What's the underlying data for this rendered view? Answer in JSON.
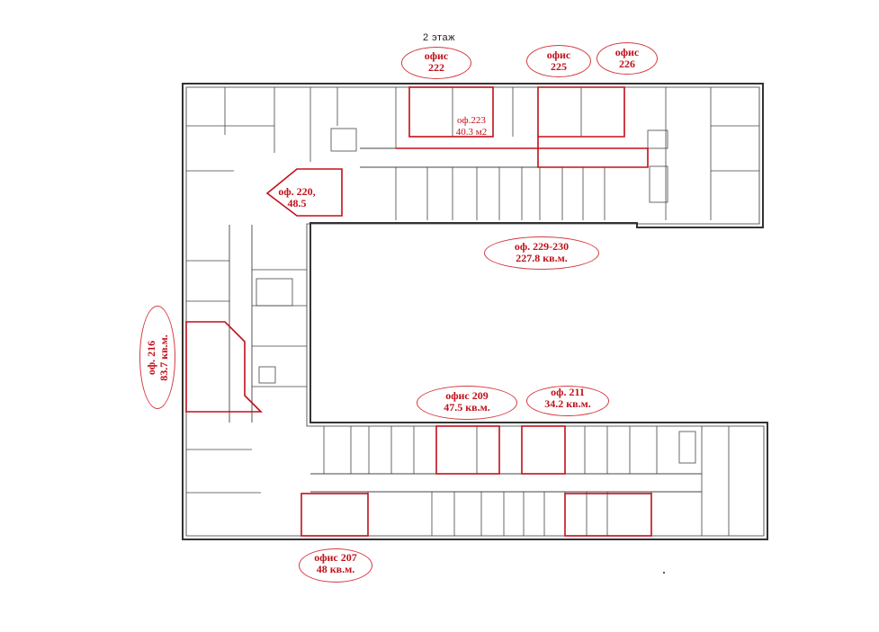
{
  "floor_title": "2 этаж",
  "offices": [
    {
      "id": "office-222",
      "line1": "офис",
      "line2": "222"
    },
    {
      "id": "office-225",
      "line1": "офис",
      "line2": "225"
    },
    {
      "id": "office-226",
      "line1": "офис",
      "line2": "226"
    },
    {
      "id": "office-223",
      "line1": "оф.223",
      "line2": "40.3 м2"
    },
    {
      "id": "office-220",
      "line1": "оф. 220,",
      "line2": "48.5"
    },
    {
      "id": "office-229-230",
      "line1": "оф. 229-230",
      "line2": "227.8 кв.м."
    },
    {
      "id": "office-216",
      "line1": "оф. 216",
      "line2": "83.7 кв.м."
    },
    {
      "id": "office-209",
      "line1": "офис 209",
      "line2": "47.5 кв.м."
    },
    {
      "id": "office-211",
      "line1": "оф. 211",
      "line2": "34.2 кв.м."
    },
    {
      "id": "office-207",
      "line1": "офис 207",
      "line2": "48 кв.м."
    }
  ],
  "colors": {
    "wall": "#333333",
    "highlight": "#c0101a",
    "oval": "#d43a40",
    "fill": "#ffffff"
  }
}
